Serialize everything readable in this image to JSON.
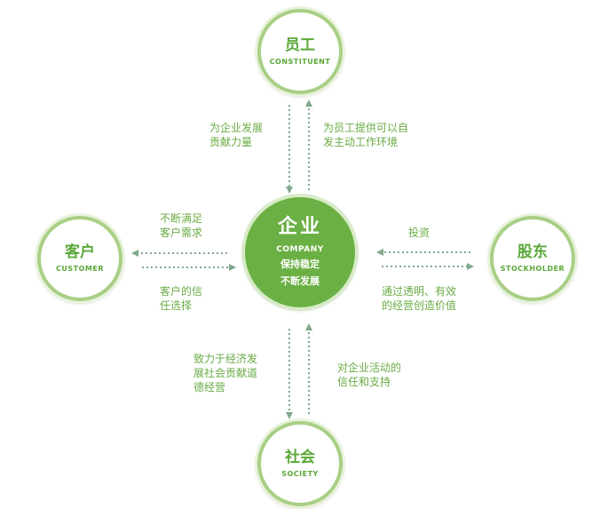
{
  "nodes": {
    "employee": {
      "name": "员工",
      "english": "CONSTITUENT"
    },
    "customer": {
      "name": "客户",
      "english": "CUSTOMER"
    },
    "stockholder": {
      "name": "股东",
      "english": "STOCKHOLDER"
    },
    "society": {
      "name": "社会",
      "english": "SOCIETY"
    },
    "company": {
      "name": "企业",
      "english": "COMPANY",
      "line1": "保持稳定",
      "line2": "不断发展"
    }
  },
  "flows": {
    "to_employee": "为员工提供可以自\n发主动工作环境",
    "from_employee": "为企业发展\n贡献力量",
    "to_customer": "不断满足\n客户需求",
    "from_customer": "客户的信\n任选择",
    "to_stockholder": "通过透明、有效\n的经营创造价值",
    "from_stockholder": "投资",
    "to_society": "致力于经济发\n展社会贡献道\n德经营",
    "from_society": "对企业活动的\n信任和支持"
  },
  "colors": {
    "accent": "#6bb044",
    "text": "#6aab45",
    "connector": "#7fa88a",
    "ring": "#a9cf86"
  }
}
